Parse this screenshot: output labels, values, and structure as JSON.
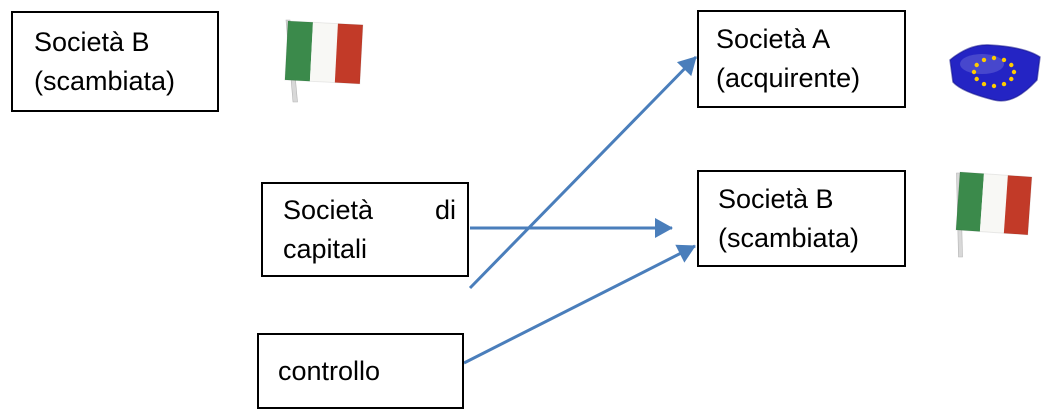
{
  "diagram": {
    "background_color": "#ffffff",
    "arrow_color": "#4A7EBB",
    "box_border_color": "#000000",
    "text_color": "#000000",
    "boxes": {
      "societa_b_left": {
        "line1": "Società B",
        "line2": "(scambiata)"
      },
      "societa_a": {
        "line1": "Società A",
        "line2": "(acquirente)"
      },
      "societa_b_right": {
        "line1": "Società B",
        "line2": "(scambiata)"
      },
      "societa_di_capitali": {
        "line1_word1": "Società",
        "line1_word2": "di",
        "line2": "capitali"
      },
      "controllo": {
        "line1": "controllo"
      }
    },
    "arrows": [
      {
        "from": "societa_di_capitali",
        "to": "societa_a"
      },
      {
        "from": "societa_di_capitali",
        "to": "societa_b_right"
      },
      {
        "from": "controllo",
        "to": "societa_b_right"
      }
    ],
    "flags": {
      "italy": {
        "name": "italy-flag",
        "green": "#3B8A4B",
        "white": "#F8F8F5",
        "red": "#C23A28",
        "pole": "#D8D8D8",
        "pole_edge": "#B5B5B5"
      },
      "eu": {
        "name": "eu-flag",
        "blue": "#2424C4",
        "edge": "#12128A",
        "star_yellow": "#FFCC00"
      }
    }
  }
}
